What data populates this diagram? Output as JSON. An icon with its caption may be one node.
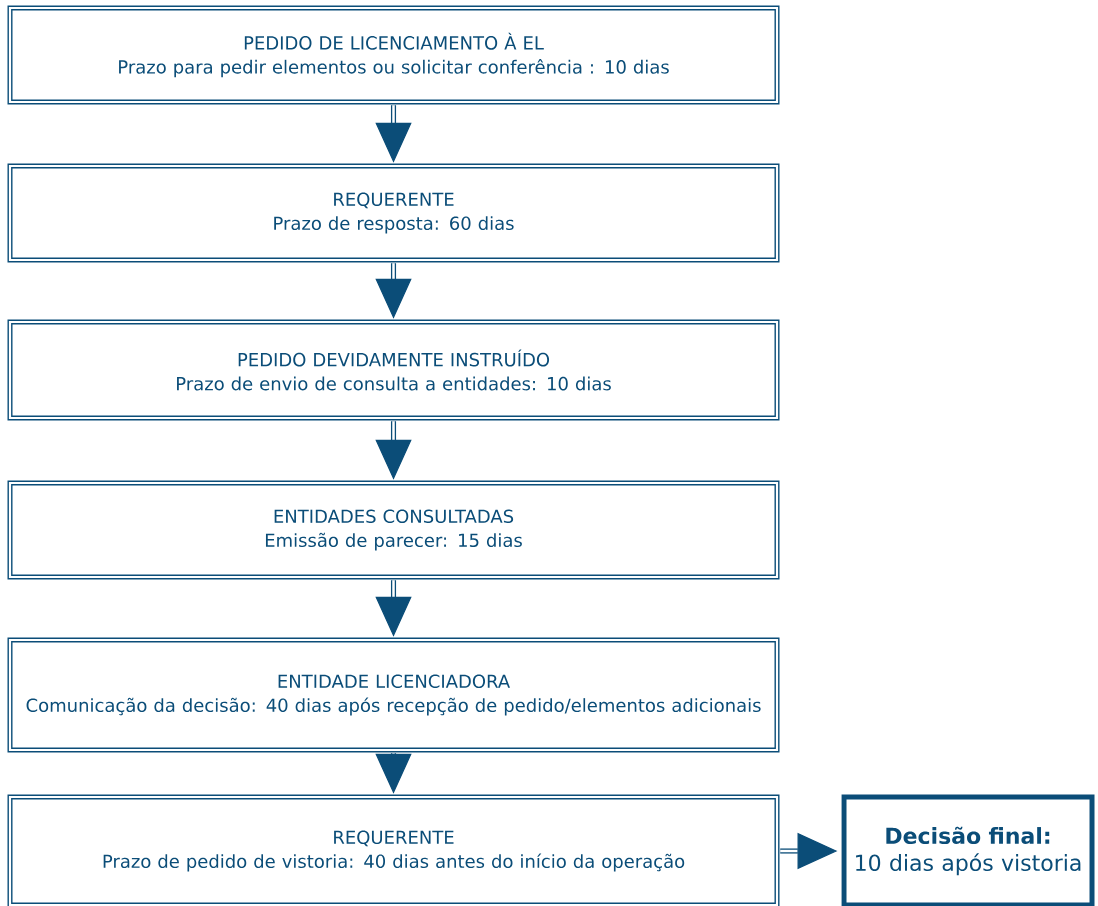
{
  "diagram": {
    "nodes": [
      {
        "text": [
          "PEDIDO DE LICENCIAMENTO À EL",
          "Prazo para pedir elementos ou solicitar conferência : 10 dias"
        ]
      },
      {
        "text": [
          "REQUERENTE",
          "Prazo de resposta: 60 dias"
        ]
      },
      {
        "text": [
          "PEDIDO DEVIDAMENTE INSTRUÍDO",
          "Prazo de envio de consulta a entidades: 10 dias"
        ]
      },
      {
        "text": [
          "ENTIDADES CONSULTADAS",
          "Emissão de parecer: 15 dias"
        ]
      },
      {
        "text": [
          "ENTIDADE LICENCIADORA",
          "Comunicação da decisão: 40 dias após recepção de pedido/elementos adicionais"
        ]
      },
      {
        "text": [
          "REQUERENTE",
          "Prazo de pedido de vistoria: 40 dias antes do início da operação"
        ]
      },
      {
        "text": [
          "Decisão final:",
          "10 dias após vistoria"
        ]
      }
    ],
    "edges": [
      {
        "from": 0,
        "to": 1,
        "arrow": "to"
      },
      {
        "from": 1,
        "to": 2,
        "arrow": "to"
      },
      {
        "from": 2,
        "to": 3,
        "arrow": "to"
      },
      {
        "from": 3,
        "to": 4,
        "arrow": "to"
      },
      {
        "from": 4,
        "to": 5,
        "arrow": "to"
      },
      {
        "from": 5,
        "to": 6,
        "arrow": "to"
      }
    ]
  }
}
